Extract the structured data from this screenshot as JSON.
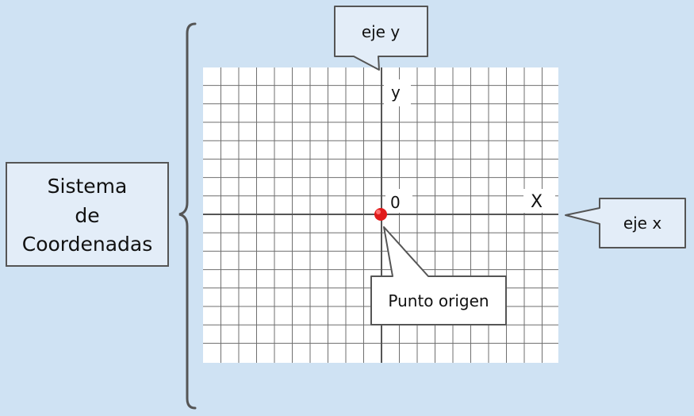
{
  "title_box": {
    "lines": [
      "Sistema",
      "de",
      "Coordenadas"
    ]
  },
  "callouts": {
    "y_axis": "eje y",
    "x_axis": "eje x",
    "origin": "Punto origen"
  },
  "axes": {
    "y_label": "y",
    "x_label": "X",
    "origin_label": "0"
  },
  "colors": {
    "background": "#cfe2f3",
    "callout_fill": "#e3edf8",
    "grid_line": "#6f6f6f",
    "axis_line": "#555555",
    "origin_point": "#e11b1b",
    "brace": "#555555"
  }
}
